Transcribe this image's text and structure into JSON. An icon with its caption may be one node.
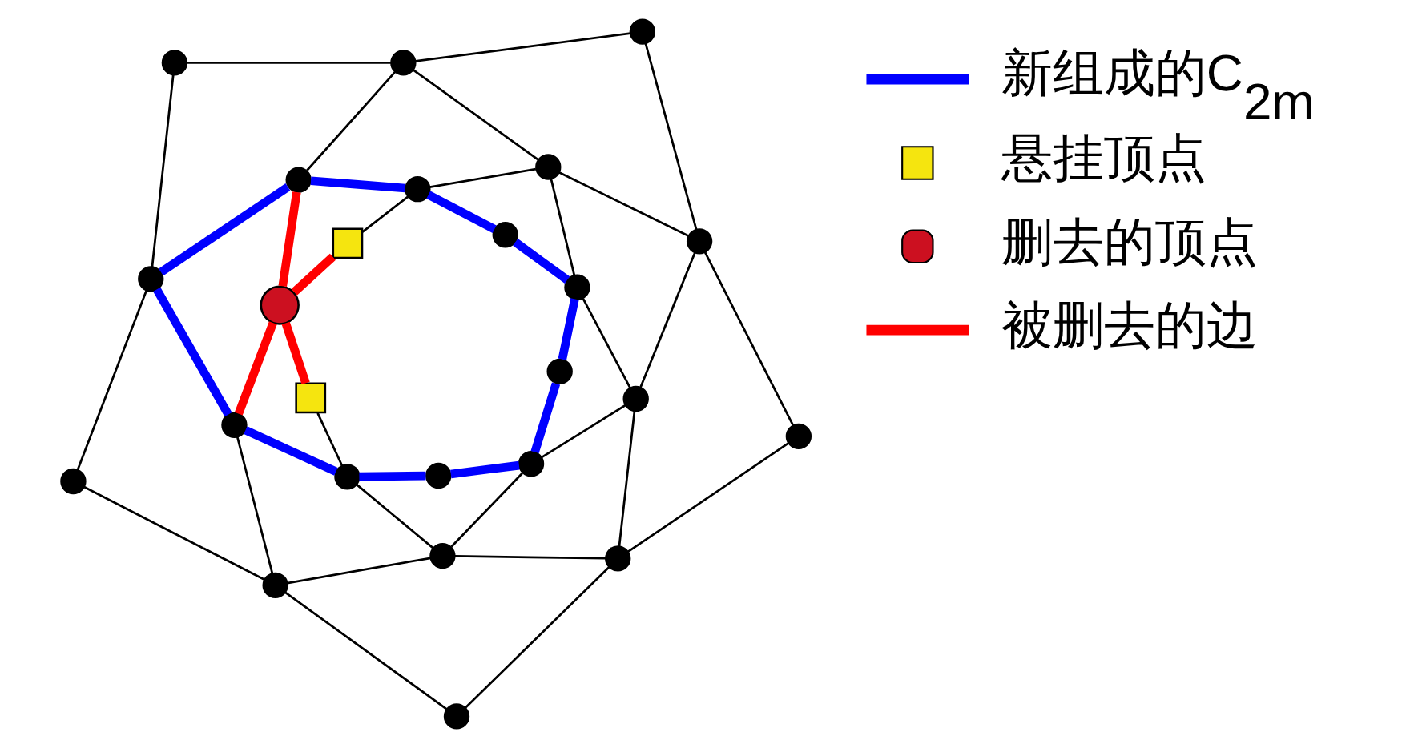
{
  "diagram": {
    "nodes": [
      {
        "text": [],
        "shape": "circle"
      },
      {
        "text": [],
        "shape": "circle"
      },
      {
        "text": [],
        "shape": "circle"
      },
      {
        "text": [],
        "shape": "circle"
      },
      {
        "text": [],
        "shape": "circle"
      },
      {
        "text": [],
        "shape": "circle"
      },
      {
        "text": [],
        "shape": "box"
      },
      {
        "text": [],
        "shape": "circle"
      },
      {
        "text": [],
        "shape": "circle"
      },
      {
        "text": [],
        "shape": "circle"
      },
      {
        "text": [],
        "shape": "circle"
      },
      {
        "text": [],
        "shape": "circle"
      },
      {
        "text": [],
        "shape": "circle"
      },
      {
        "text": [],
        "shape": "box"
      },
      {
        "text": [],
        "shape": "circle"
      },
      {
        "text": [],
        "shape": "circle"
      },
      {
        "text": [],
        "shape": "circle"
      },
      {
        "text": [],
        "shape": "circle"
      },
      {
        "text": [],
        "shape": "circle"
      },
      {
        "text": [],
        "shape": "circle"
      },
      {
        "text": [],
        "shape": "circle"
      },
      {
        "text": [],
        "shape": "circle"
      },
      {
        "text": [],
        "shape": "circle"
      },
      {
        "text": [],
        "shape": "circle"
      },
      {
        "text": [],
        "shape": "circle"
      }
    ],
    "edges": [
      {
        "from": 0,
        "to": 1,
        "arrow": "none"
      },
      {
        "from": 1,
        "to": 2,
        "arrow": "none"
      },
      {
        "from": 2,
        "to": 8,
        "arrow": "none"
      },
      {
        "from": 8,
        "to": 16,
        "arrow": "none"
      },
      {
        "from": 16,
        "to": 21,
        "arrow": "none"
      },
      {
        "from": 21,
        "to": 24,
        "arrow": "none"
      },
      {
        "from": 24,
        "to": 22,
        "arrow": "none"
      },
      {
        "from": 22,
        "to": 17,
        "arrow": "none"
      },
      {
        "from": 17,
        "to": 9,
        "arrow": "none"
      },
      {
        "from": 9,
        "to": 0,
        "arrow": "none"
      },
      {
        "from": 1,
        "to": 3,
        "arrow": "none"
      },
      {
        "from": 1,
        "to": 5,
        "arrow": "none"
      },
      {
        "from": 4,
        "to": 5,
        "arrow": "none"
      },
      {
        "from": 5,
        "to": 8,
        "arrow": "none"
      },
      {
        "from": 5,
        "to": 11,
        "arrow": "none"
      },
      {
        "from": 11,
        "to": 14,
        "arrow": "none"
      },
      {
        "from": 8,
        "to": 14,
        "arrow": "none"
      },
      {
        "from": 14,
        "to": 18,
        "arrow": "none"
      },
      {
        "from": 14,
        "to": 21,
        "arrow": "none"
      },
      {
        "from": 18,
        "to": 23,
        "arrow": "none"
      },
      {
        "from": 21,
        "to": 23,
        "arrow": "none"
      },
      {
        "from": 22,
        "to": 23,
        "arrow": "none"
      },
      {
        "from": 20,
        "to": 23,
        "arrow": "none"
      },
      {
        "from": 15,
        "to": 22,
        "arrow": "none"
      },
      {
        "from": 13,
        "to": 20,
        "arrow": "none"
      },
      {
        "from": 6,
        "to": 4,
        "arrow": "none"
      },
      {
        "from": 9,
        "to": 3,
        "arrow": "none",
        "style": "thick",
        "color": "#0000ff"
      },
      {
        "from": 3,
        "to": 4,
        "arrow": "none",
        "style": "thick",
        "color": "#0000ff"
      },
      {
        "from": 4,
        "to": 7,
        "arrow": "none",
        "style": "thick",
        "color": "#0000ff"
      },
      {
        "from": 7,
        "to": 11,
        "arrow": "none",
        "style": "thick",
        "color": "#0000ff"
      },
      {
        "from": 11,
        "to": 12,
        "arrow": "none",
        "style": "thick",
        "color": "#0000ff"
      },
      {
        "from": 12,
        "to": 18,
        "arrow": "none",
        "style": "thick",
        "color": "#0000ff"
      },
      {
        "from": 18,
        "to": 19,
        "arrow": "none",
        "style": "thick",
        "color": "#0000ff"
      },
      {
        "from": 19,
        "to": 20,
        "arrow": "none",
        "style": "thick",
        "color": "#0000ff"
      },
      {
        "from": 20,
        "to": 15,
        "arrow": "none",
        "style": "thick",
        "color": "#0000ff"
      },
      {
        "from": 15,
        "to": 9,
        "arrow": "none",
        "style": "thick",
        "color": "#0000ff"
      },
      {
        "from": 10,
        "to": 3,
        "arrow": "none",
        "style": "thick",
        "color": "#ff0000"
      },
      {
        "from": 10,
        "to": 6,
        "arrow": "none",
        "style": "thick",
        "color": "#ff0000"
      },
      {
        "from": 10,
        "to": 15,
        "arrow": "none",
        "style": "thick",
        "color": "#ff0000"
      },
      {
        "from": 10,
        "to": 13,
        "arrow": "none",
        "style": "thick",
        "color": "#ff0000"
      }
    ],
    "legend": [
      {
        "text": "新组成的C$_{2m}$"
      },
      {
        "text": "悬挂顶点",
        "color": "#f5e50f"
      },
      {
        "text": "删去的顶点",
        "color": "#cc1020"
      },
      {
        "text": "被删去的边"
      }
    ]
  }
}
